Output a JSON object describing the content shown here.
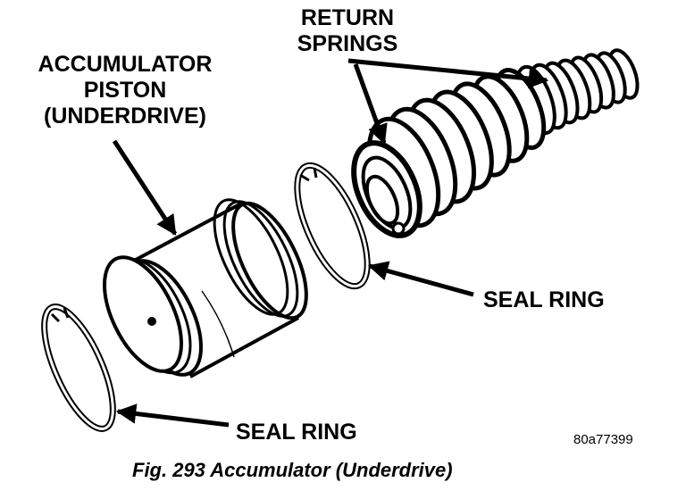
{
  "labels": {
    "return_springs": [
      "RETURN",
      "SPRINGS"
    ],
    "accumulator_piston": [
      "ACCUMULATOR",
      "PISTON",
      "(UNDERDRIVE)"
    ],
    "seal_ring_upper": "SEAL RING",
    "seal_ring_lower": "SEAL RING"
  },
  "figure_code": "80a77399",
  "caption": "Fig. 293 Accumulator (Underdrive)"
}
